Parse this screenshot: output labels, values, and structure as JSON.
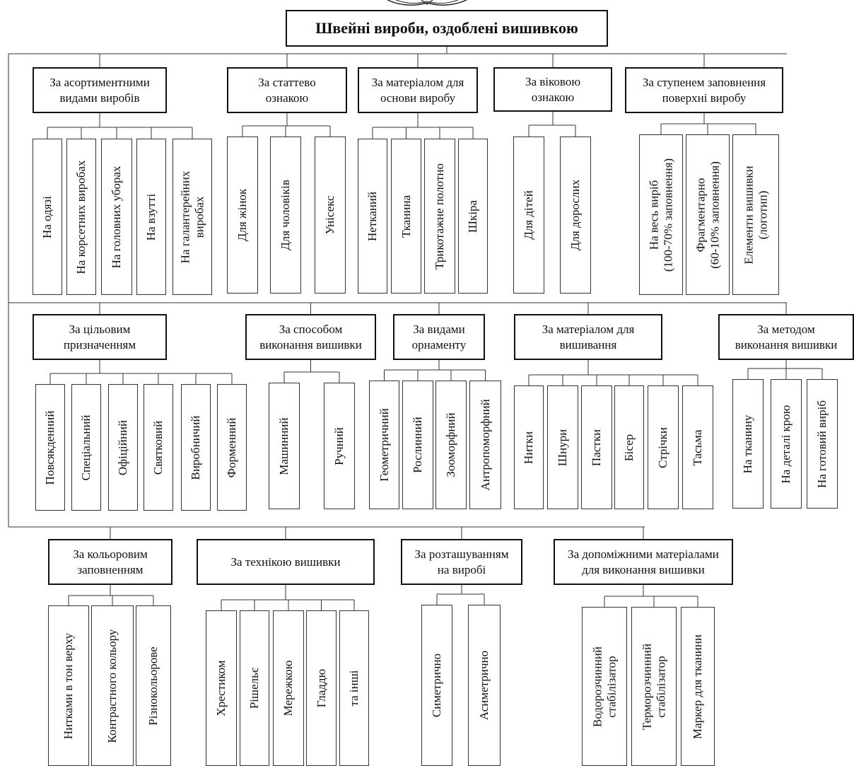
{
  "root_title": "Швейні вироби, оздоблені вишивкою",
  "groups": [
    {
      "title": [
        "За асортиментними",
        "видами виробів"
      ],
      "items": [
        [
          "На одязі"
        ],
        [
          "На корсетних виробах"
        ],
        [
          "На головних уборах"
        ],
        [
          "На взутті"
        ],
        [
          "На галантерейних",
          "виробах"
        ]
      ]
    },
    {
      "title": [
        "За статтево",
        "ознакою"
      ],
      "items": [
        [
          "Для жінок"
        ],
        [
          "Для чоловіків"
        ],
        [
          "Унісекс"
        ]
      ]
    },
    {
      "title": [
        "За матеріалом для",
        "основи виробу"
      ],
      "items": [
        [
          "Нетканий"
        ],
        [
          "Тканина"
        ],
        [
          "Трикотажне полотно"
        ],
        [
          "Шкіра"
        ]
      ]
    },
    {
      "title": [
        "За віковою",
        "ознакою"
      ],
      "items": [
        [
          "Для дітей"
        ],
        [
          "Для дорослих"
        ]
      ]
    },
    {
      "title": [
        "За ступенем заповнення",
        "поверхні виробу"
      ],
      "items": [
        [
          "На весь виріб",
          "(100-70% заповнення)"
        ],
        [
          "Фрагментарно",
          "(60-10% заповнення)"
        ],
        [
          "Елементи вишивки",
          "(логотип)"
        ]
      ]
    },
    {
      "title": [
        "За цільовим",
        "призначенням"
      ],
      "items": [
        [
          "Повсякденний"
        ],
        [
          "Спеціальний"
        ],
        [
          "Офіційний"
        ],
        [
          "Святковий"
        ],
        [
          "Виробничий"
        ],
        [
          "Форменний"
        ]
      ]
    },
    {
      "title": [
        "За способом",
        "виконання вишивки"
      ],
      "items": [
        [
          "Машинний"
        ],
        [
          "Ручний"
        ]
      ]
    },
    {
      "title": [
        "За видами",
        "орнаменту"
      ],
      "items": [
        [
          "Геометричний"
        ],
        [
          "Рослинний"
        ],
        [
          "Зооморфний"
        ],
        [
          "Антропоморфний"
        ]
      ]
    },
    {
      "title": [
        "За матеріалом для",
        "вишивання"
      ],
      "items": [
        [
          "Нитки"
        ],
        [
          "Шнури"
        ],
        [
          "Пастки"
        ],
        [
          "Бісер"
        ],
        [
          "Стрічки"
        ],
        [
          "Тасьма"
        ]
      ]
    },
    {
      "title": [
        "За методом",
        "виконання вишивки"
      ],
      "items": [
        [
          "На тканину"
        ],
        [
          "На деталі крою"
        ],
        [
          "На готовий виріб"
        ]
      ]
    },
    {
      "title": [
        "За кольоровим",
        "заповненням"
      ],
      "items": [
        [
          "Нитками в тон верху"
        ],
        [
          "Контрастного кольору"
        ],
        [
          "Різнокольорове"
        ]
      ]
    },
    {
      "title": [
        "За технікою вишивки"
      ],
      "items": [
        [
          "Хрестиком"
        ],
        [
          "Рішельє"
        ],
        [
          "Мережкою"
        ],
        [
          "Гладдю"
        ],
        [
          "та інші"
        ]
      ]
    },
    {
      "title": [
        "За розташуванням",
        "на виробі"
      ],
      "items": [
        [
          "Симетрично"
        ],
        [
          "Асиметрично"
        ]
      ]
    },
    {
      "title": [
        "За допоміжними матеріалами",
        "для виконання вишивки"
      ],
      "items": [
        [
          "Водорозчинний",
          "стабілізатор"
        ],
        [
          "Терморозчинний",
          "стабілізатор"
        ],
        [
          "Маркер для тканини"
        ]
      ]
    }
  ]
}
